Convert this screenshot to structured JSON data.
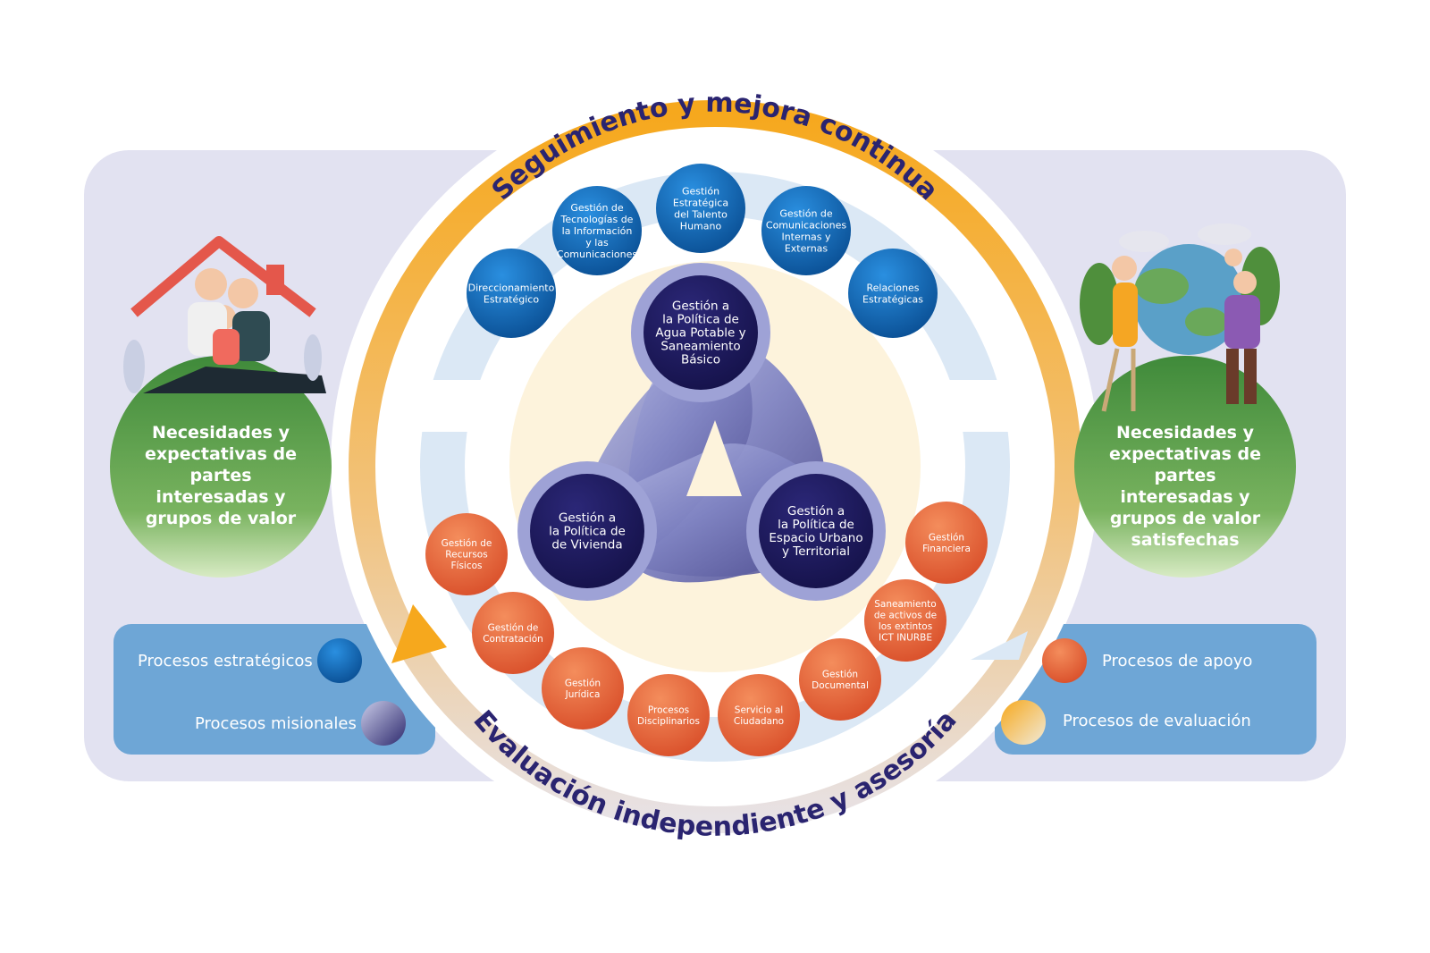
{
  "diagram": {
    "top_arc_title": "Seguimiento y mejora continua",
    "bottom_arc_title": "Evaluación independiente y asesoría",
    "stakeholders_in": "Necesidades y expectativas de partes interesadas y grupos de valor",
    "stakeholders_out": "Necesidades y expectativas de partes interesadas y grupos de valor satisfechas",
    "strategic_processes": [
      {
        "lines": [
          "Direccionamiento",
          "Estratégico"
        ]
      },
      {
        "lines": [
          "Gestión de",
          "Tecnologías de",
          "la Información",
          "y las",
          "Comunicaciones"
        ]
      },
      {
        "lines": [
          "Gestión",
          "Estratégica",
          "del Talento",
          "Humano"
        ]
      },
      {
        "lines": [
          "Gestión de",
          "Comunicaciones",
          "Internas y",
          "Externas"
        ]
      },
      {
        "lines": [
          "Relaciones",
          "Estratégicas"
        ]
      }
    ],
    "missional_processes": [
      {
        "lines": [
          "Gestión a",
          "la Política de",
          "Agua Potable y",
          "Saneamiento",
          "Básico"
        ]
      },
      {
        "lines": [
          "Gestión a",
          "la Política de",
          "de Vivienda"
        ]
      },
      {
        "lines": [
          "Gestión a",
          "la Política de",
          "Espacio Urbano",
          "y Territorial"
        ]
      }
    ],
    "support_processes": [
      {
        "lines": [
          "Gestión de",
          "Recursos",
          "Físicos"
        ]
      },
      {
        "lines": [
          "Gestión de",
          "Contratación"
        ]
      },
      {
        "lines": [
          "Gestión",
          "Jurídica"
        ]
      },
      {
        "lines": [
          "Procesos",
          "Disciplinarios"
        ]
      },
      {
        "lines": [
          "Servicio al",
          "Ciudadano"
        ]
      },
      {
        "lines": [
          "Gestión",
          "Documental"
        ]
      },
      {
        "lines": [
          "Saneamiento",
          "de activos de",
          "los extintos",
          "ICT INURBE"
        ]
      },
      {
        "lines": [
          "Gestión",
          "Financiera"
        ]
      }
    ]
  },
  "legend": {
    "strategic": "Procesos estratégicos",
    "missional": "Procesos misionales",
    "support": "Procesos de apoyo",
    "evaluation": "Procesos de evaluación"
  },
  "colors": {
    "strategic": "#0b5fa8",
    "missional": "#1e1a5e",
    "support": "#e2633a",
    "evaluation": "#f6b53a",
    "panel": "#e2e2f1",
    "legend_box": "#6ea6d6",
    "stakeholder_green": "#4f8f3c"
  }
}
